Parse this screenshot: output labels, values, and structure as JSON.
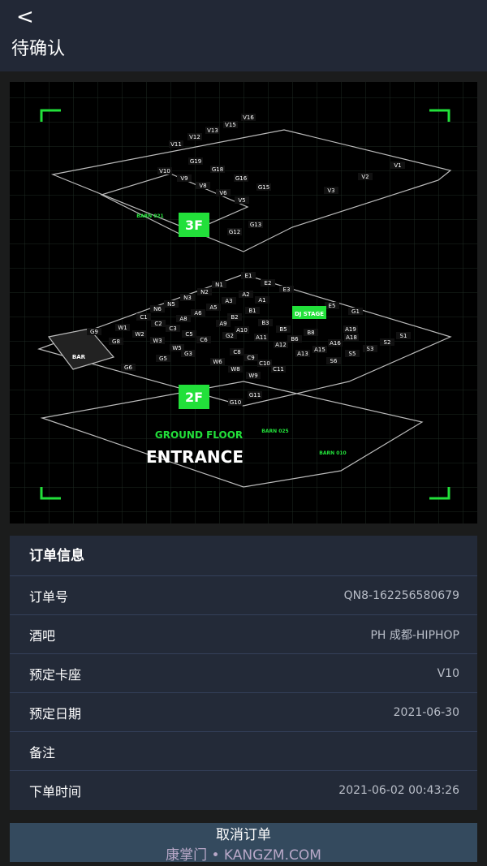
{
  "header": {
    "back_icon": "chevron-left-icon",
    "title": "待确认"
  },
  "map": {
    "floors": {
      "f3": "3F",
      "f2": "2F"
    },
    "ground": "GROUND FLOOR",
    "entrance": "ENTRANCE",
    "bar": "BAR",
    "dj": "DJ STAGE",
    "barns": [
      "BARN 021",
      "BARN 025",
      "BARN 010"
    ],
    "seats3": [
      "V16",
      "V15",
      "V13",
      "V12",
      "V11",
      "G19",
      "G18",
      "G16",
      "G15",
      "G13",
      "G12",
      "V10",
      "V9",
      "V8",
      "V6",
      "V5",
      "V1",
      "V2",
      "V3"
    ],
    "seats2": [
      "E1",
      "E2",
      "E3",
      "N1",
      "N2",
      "N3",
      "N5",
      "N6",
      "A1",
      "A2",
      "A3",
      "A5",
      "A6",
      "A8",
      "B1",
      "B2",
      "A9",
      "A10",
      "B3",
      "B5",
      "A11",
      "A12",
      "A13",
      "B6",
      "B8",
      "E5",
      "G1",
      "A19",
      "A18",
      "A16",
      "A15",
      "S6",
      "S5",
      "S3",
      "S2",
      "S1",
      "C1",
      "C2",
      "C3",
      "C5",
      "C6",
      "G2",
      "C8",
      "C9",
      "C10",
      "C11",
      "W1",
      "W2",
      "W3",
      "W5",
      "W6",
      "W8",
      "W9",
      "G3",
      "G5",
      "G6",
      "G8",
      "G9",
      "G10",
      "G11"
    ],
    "accent": "#22e03a"
  },
  "order": {
    "title": "订单信息",
    "rows": [
      {
        "label": "订单号",
        "value": "QN8-162256580679"
      },
      {
        "label": "酒吧",
        "value": "PH 成都-HIPHOP"
      },
      {
        "label": "预定卡座",
        "value": "V10"
      },
      {
        "label": "预定日期",
        "value": "2021-06-30"
      },
      {
        "label": "备注",
        "value": ""
      },
      {
        "label": "下单时间",
        "value": "2021-06-02 00:43:26"
      }
    ]
  },
  "cancel_label": "取消订单",
  "watermark": "康掌门 • KANGZM.COM"
}
